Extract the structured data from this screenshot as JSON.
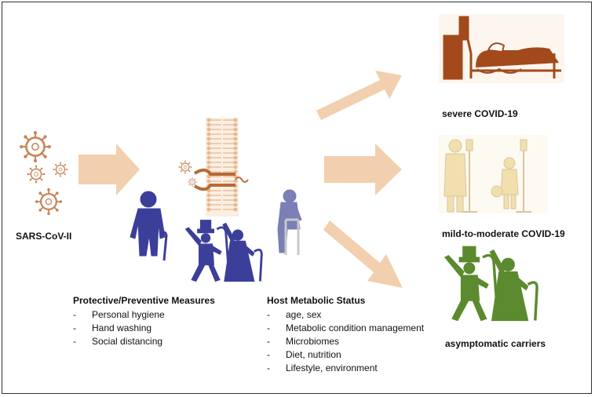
{
  "labels": {
    "virus": "SARS-CoV-II",
    "severe": "severe COVID-19",
    "mild": "mild-to-moderate COVID-19",
    "asymptomatic": "asymptomatic carriers"
  },
  "protective": {
    "title": "Protective/Preventive Measures",
    "items": [
      "Personal hygiene",
      "Hand washing",
      "Social distancing"
    ]
  },
  "host": {
    "title": "Host Metabolic Status",
    "items": [
      "age, sex",
      "Metabolic condition management",
      "Microbiomes",
      "Diet, nutrition",
      "Lifestyle, environment"
    ]
  },
  "list_marker": "-",
  "colors": {
    "arrow": "#f2cfae",
    "virus": "#c8845a",
    "membrane": "#e8b88e",
    "people_blue": "#3c3f9a",
    "elderly": "#7a7fb5",
    "hospital": "#a24a1c",
    "patients": "#f1dfad",
    "green": "#5c8a2e"
  },
  "icons": [
    "virus-icon",
    "cell-membrane-icon",
    "receptor-icon",
    "elderly-man-with-cane-icon",
    "dancing-elders-icon",
    "elderly-with-walker-icon",
    "hospital-bed-patient-icon",
    "iv-patients-icon"
  ]
}
